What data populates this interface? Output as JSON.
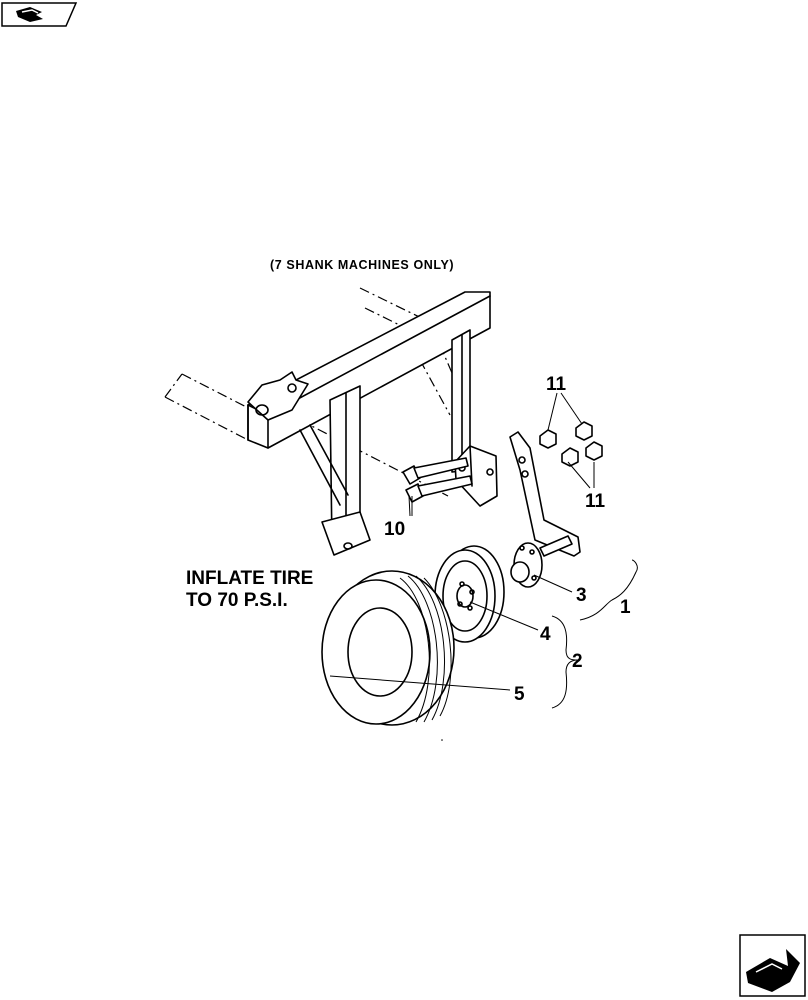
{
  "note": {
    "shank_note": "(7 SHANK MACHINES ONLY)",
    "inflate_line1": "INFLATE TIRE",
    "inflate_line2": "TO 70 P.S.I."
  },
  "callouts": {
    "c1": "1",
    "c2": "2",
    "c3": "3",
    "c4": "4",
    "c5": "5",
    "c10": "10",
    "c11_top": "11",
    "c11_bottom": "11"
  },
  "icons": {
    "top_left": "previous-page-arrow-icon",
    "bottom_right": "next-page-arrow-icon"
  }
}
